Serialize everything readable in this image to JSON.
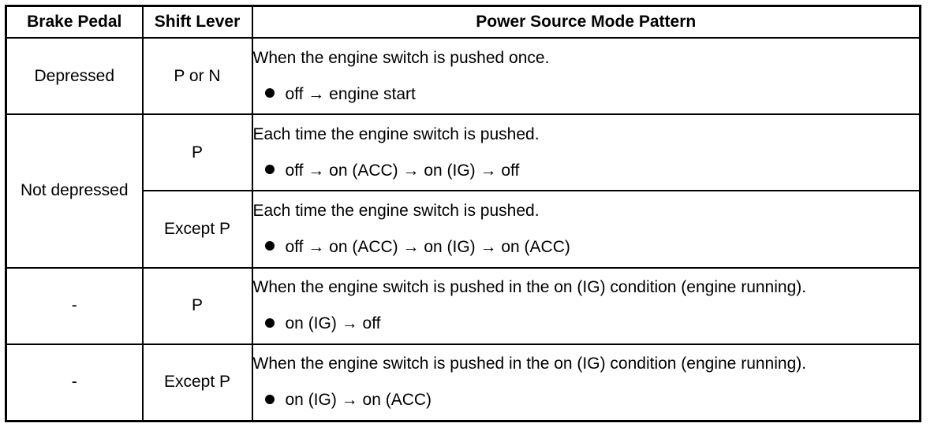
{
  "header": {
    "brake_pedal": "Brake Pedal",
    "shift_lever": "Shift Lever",
    "power_source": "Power Source Mode Pattern"
  },
  "rows": [
    {
      "brake": "Depressed",
      "shift": "P or N",
      "desc": "When the engine switch is pushed once.",
      "sequence": "off → engine start"
    },
    {
      "brake": "Not depressed",
      "shift": "P",
      "desc": "Each time the engine switch is pushed.",
      "sequence": "off → on (ACC) → on (IG) → off"
    },
    {
      "brake": "",
      "shift": "Except P",
      "desc": "Each time the engine switch is pushed.",
      "sequence": "off → on (ACC) → on (IG) → on (ACC)"
    },
    {
      "brake": "-",
      "shift": "P",
      "desc": "When the engine switch is pushed in the on (IG) condition (engine running).",
      "sequence": "on (IG) → off"
    },
    {
      "brake": "-",
      "shift": "Except P",
      "desc": "When the engine switch is pushed in the on (IG) condition (engine running).",
      "sequence": "on (IG) → on (ACC)"
    }
  ]
}
